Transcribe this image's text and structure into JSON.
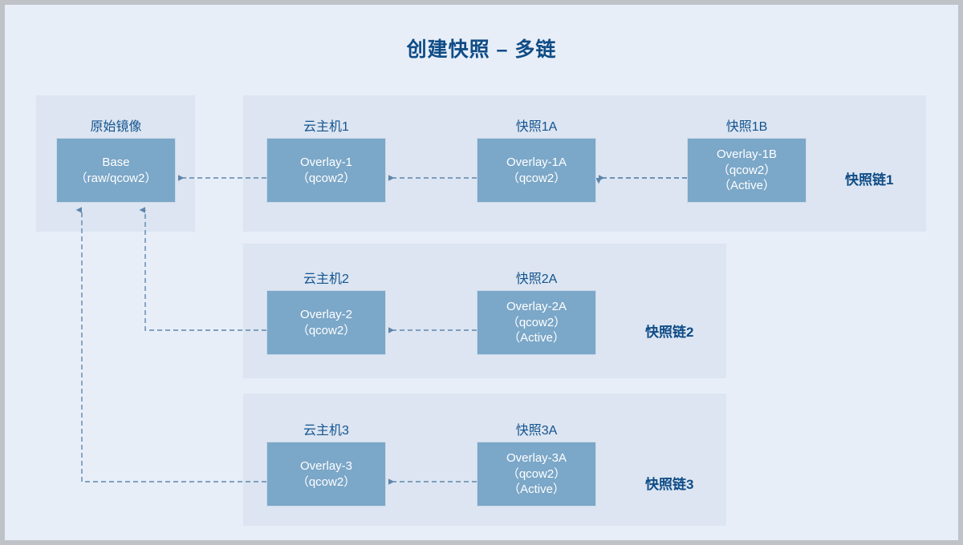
{
  "title": "创建快照 – 多链",
  "colors": {
    "page_background": "#E8EEF8",
    "panel_background": "#DCE5F1",
    "node_fill": "#7BA7C8",
    "node_text": "#FFFFFF",
    "caption_text": "#13538F",
    "title_text": "#0F4C86",
    "connector": "#5E86AE",
    "frame_border": "#BFC2C7"
  },
  "panels": {
    "origin": {
      "caption": "原始镜像"
    },
    "chain1": {
      "label": "快照链1"
    },
    "chain2": {
      "label": "快照链2"
    },
    "chain3": {
      "label": "快照链3"
    }
  },
  "nodes": {
    "base": {
      "caption": "原始镜像",
      "line1": "Base",
      "line2": "（raw/qcow2）",
      "line3": ""
    },
    "ov1": {
      "caption": "云主机1",
      "line1": "Overlay-1",
      "line2": "（qcow2）",
      "line3": ""
    },
    "ov1a": {
      "caption": "快照1A",
      "line1": "Overlay-1A",
      "line2": "（qcow2）",
      "line3": ""
    },
    "ov1b": {
      "caption": "快照1B",
      "line1": "Overlay-1B",
      "line2": "（qcow2）",
      "line3": "（Active）"
    },
    "ov2": {
      "caption": "云主机2",
      "line1": "Overlay-2",
      "line2": "（qcow2）",
      "line3": ""
    },
    "ov2a": {
      "caption": "快照2A",
      "line1": "Overlay-2A",
      "line2": "（qcow2）",
      "line3": "（Active）"
    },
    "ov3": {
      "caption": "云主机3",
      "line1": "Overlay-3",
      "line2": "（qcow2）",
      "line3": ""
    },
    "ov3a": {
      "caption": "快照3A",
      "line1": "Overlay-3A",
      "line2": "（qcow2）",
      "line3": "（Active）"
    }
  },
  "connectors": [
    {
      "name": "ov1-to-base",
      "from": "Overlay-1",
      "to": "Base",
      "style": "dashed-arrow-left"
    },
    {
      "name": "ov1a-to-ov1",
      "from": "Overlay-1A",
      "to": "Overlay-1",
      "style": "dashed-arrow-left"
    },
    {
      "name": "ov1b-to-ov1a",
      "from": "Overlay-1B",
      "to": "Overlay-1A",
      "style": "dashed-arrow-left"
    },
    {
      "name": "ov2-to-base",
      "from": "Overlay-2",
      "to": "Base",
      "style": "dashed-elbow-arrow-up"
    },
    {
      "name": "ov2a-to-ov2",
      "from": "Overlay-2A",
      "to": "Overlay-2",
      "style": "dashed-arrow-left"
    },
    {
      "name": "ov3-to-base",
      "from": "Overlay-3",
      "to": "Base",
      "style": "dashed-elbow-arrow-up"
    },
    {
      "name": "ov3a-to-ov3",
      "from": "Overlay-3A",
      "to": "Overlay-3",
      "style": "dashed-arrow-left"
    }
  ]
}
